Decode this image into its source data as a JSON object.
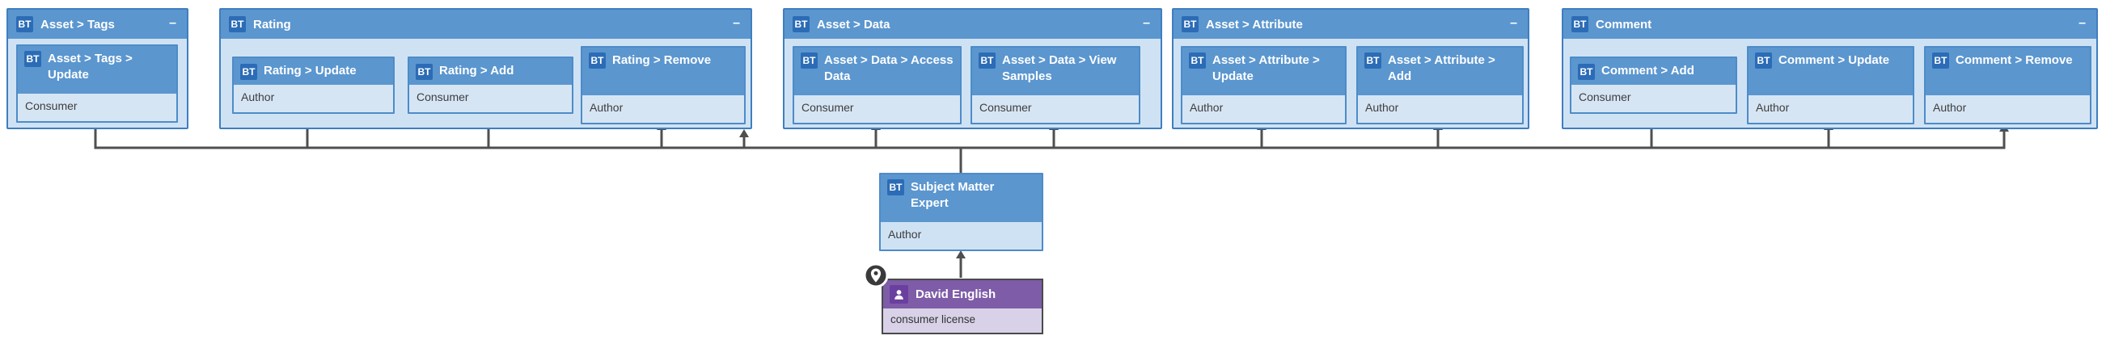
{
  "badge_label": "BT",
  "collapse_label": "–",
  "groups": [
    {
      "title": "Asset > Tags",
      "cards": [
        {
          "title": "Asset > Tags > Update",
          "role": "Consumer"
        }
      ]
    },
    {
      "title": "Rating",
      "cards": [
        {
          "title": "Rating > Update",
          "role": "Author"
        },
        {
          "title": "Rating > Add",
          "role": "Consumer"
        },
        {
          "title": "Rating > Remove",
          "role": "Author"
        }
      ]
    },
    {
      "title": "Asset > Data",
      "cards": [
        {
          "title": "Asset > Data > Access Data",
          "role": "Consumer"
        },
        {
          "title": "Asset > Data > View Samples",
          "role": "Consumer"
        }
      ]
    },
    {
      "title": "Asset > Attribute",
      "cards": [
        {
          "title": "Asset > Attribute > Update",
          "role": "Author"
        },
        {
          "title": "Asset > Attribute > Add",
          "role": "Author"
        }
      ]
    },
    {
      "title": "Comment",
      "cards": [
        {
          "title": "Comment > Add",
          "role": "Consumer"
        },
        {
          "title": "Comment > Update",
          "role": "Author"
        },
        {
          "title": "Comment > Remove",
          "role": "Author"
        }
      ]
    }
  ],
  "role_node": {
    "title": "Subject Matter Expert",
    "role": "Author"
  },
  "user_node": {
    "name": "David English",
    "license": "consumer license"
  },
  "colors": {
    "group_border": "#3f7ec0",
    "group_header": "#5b96cf",
    "group_body": "#cfe2f4",
    "card_border": "#4d8cc8",
    "card_header": "#5b96cf",
    "card_body": "#d6e5f4",
    "bt_badge": "#2c6cb6",
    "connector": "#4f4f4f",
    "user_header": "#7e5ca8",
    "user_badge": "#6b3fa0",
    "user_body": "#d8d1e8",
    "user_border": "#4a4a4a",
    "pin": "#3a3a3a"
  }
}
